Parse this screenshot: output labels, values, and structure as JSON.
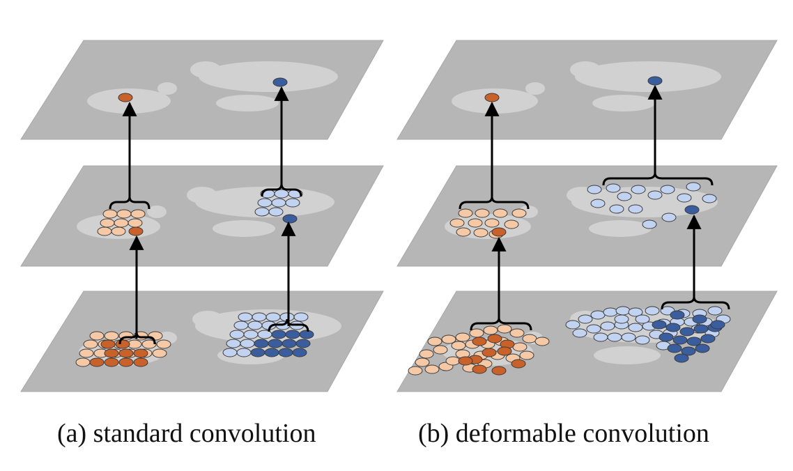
{
  "captions": {
    "a": "(a) standard convolution",
    "b": "(b) deformable convolution"
  },
  "colors": {
    "plane": "#b6b6b6",
    "plane_edge": "#9e9e9e",
    "animal": "#dcdcdc",
    "orange_light": "#f5c9a6",
    "orange_dark": "#c8622a",
    "blue_light": "#c1d3f0",
    "blue_dark": "#3a5d9d",
    "arrow": "#000000"
  },
  "panels": [
    {
      "id": "standard",
      "orange_top": [
        [
          180,
          140
        ]
      ],
      "blue_top": [
        [
          402,
          118
        ]
      ],
      "orange_mid_light": [
        [
          158,
          307
        ],
        [
          178,
          307
        ],
        [
          198,
          307
        ],
        [
          154,
          320
        ],
        [
          174,
          320
        ],
        [
          194,
          320
        ],
        [
          150,
          332
        ],
        [
          170,
          332
        ]
      ],
      "orange_mid_dark": [
        [
          195,
          332
        ]
      ],
      "blue_mid_light": [
        [
          384,
          278
        ],
        [
          404,
          278
        ],
        [
          424,
          278
        ],
        [
          380,
          291
        ],
        [
          400,
          291
        ],
        [
          420,
          291
        ],
        [
          376,
          304
        ],
        [
          396,
          304
        ]
      ],
      "blue_mid_dark": [
        [
          416,
          314
        ]
      ],
      "orange_bot_light": [
        [
          139,
          482
        ],
        [
          160,
          482
        ],
        [
          181,
          482
        ],
        [
          202,
          482
        ],
        [
          223,
          482
        ],
        [
          130,
          494
        ],
        [
          151,
          494
        ],
        [
          172,
          494
        ],
        [
          193,
          494
        ],
        [
          214,
          494
        ],
        [
          235,
          494
        ],
        [
          124,
          507
        ],
        [
          145,
          507
        ],
        [
          166,
          507
        ],
        [
          187,
          507
        ],
        [
          208,
          507
        ],
        [
          229,
          507
        ],
        [
          119,
          520
        ]
      ],
      "orange_bot_dark": [
        [
          160,
          507
        ],
        [
          181,
          507
        ],
        [
          202,
          507
        ],
        [
          139,
          520
        ],
        [
          160,
          520
        ],
        [
          181,
          520
        ],
        [
          202,
          520
        ],
        [
          155,
          494
        ],
        [
          176,
          494
        ]
      ],
      "blue_bot_light": [
        [
          352,
          455
        ],
        [
          372,
          455
        ],
        [
          392,
          455
        ],
        [
          412,
          455
        ],
        [
          432,
          455
        ],
        [
          346,
          467
        ],
        [
          366,
          467
        ],
        [
          386,
          467
        ],
        [
          406,
          467
        ],
        [
          426,
          467
        ],
        [
          340,
          480
        ],
        [
          360,
          480
        ],
        [
          380,
          480
        ],
        [
          335,
          493
        ],
        [
          355,
          493
        ],
        [
          330,
          506
        ],
        [
          350,
          506
        ]
      ],
      "blue_bot_dark": [
        [
          400,
          480
        ],
        [
          420,
          480
        ],
        [
          440,
          480
        ],
        [
          375,
          493
        ],
        [
          395,
          493
        ],
        [
          415,
          493
        ],
        [
          435,
          493
        ],
        [
          370,
          506
        ],
        [
          390,
          506
        ],
        [
          410,
          506
        ],
        [
          430,
          506
        ]
      ]
    },
    {
      "id": "deformable",
      "orange_top": [
        [
          706,
          140
        ]
      ],
      "blue_top": [
        [
          940,
          116
        ]
      ],
      "orange_mid_light": [
        [
          668,
          306
        ],
        [
          692,
          306
        ],
        [
          718,
          306
        ],
        [
          745,
          306
        ],
        [
          656,
          320
        ],
        [
          682,
          320
        ],
        [
          706,
          320
        ],
        [
          734,
          322
        ],
        [
          665,
          333
        ],
        [
          690,
          334
        ],
        [
          712,
          336
        ]
      ],
      "orange_mid_dark": [
        [
          716,
          333
        ]
      ],
      "blue_mid_light": [
        [
          853,
          272
        ],
        [
          880,
          270
        ],
        [
          916,
          272
        ],
        [
          958,
          272
        ],
        [
          995,
          268
        ],
        [
          858,
          292
        ],
        [
          896,
          282
        ],
        [
          940,
          280
        ],
        [
          982,
          284
        ],
        [
          1018,
          285
        ],
        [
          885,
          300
        ],
        [
          912,
          300
        ],
        [
          960,
          312
        ],
        [
          932,
          322
        ]
      ],
      "blue_mid_dark": [
        [
          993,
          301
        ]
      ],
      "orange_bot_light": [
        [
          606,
          520
        ],
        [
          620,
          530
        ],
        [
          640,
          526
        ],
        [
          612,
          508
        ],
        [
          632,
          502
        ],
        [
          650,
          518
        ],
        [
          664,
          508
        ],
        [
          624,
          490
        ],
        [
          644,
          487
        ],
        [
          664,
          484
        ],
        [
          684,
          478
        ],
        [
          704,
          474
        ],
        [
          724,
          472
        ],
        [
          742,
          478
        ],
        [
          760,
          486
        ],
        [
          778,
          490
        ],
        [
          658,
          496
        ],
        [
          678,
          494
        ],
        [
          700,
          494
        ],
        [
          720,
          490
        ],
        [
          746,
          498
        ],
        [
          736,
          514
        ],
        [
          756,
          510
        ],
        [
          696,
          522
        ],
        [
          674,
          528
        ],
        [
          596,
          532
        ],
        [
          714,
          510
        ],
        [
          690,
          510
        ]
      ],
      "orange_bot_dark": [
        [
          688,
          490
        ],
        [
          710,
          486
        ],
        [
          728,
          494
        ],
        [
          702,
          506
        ],
        [
          724,
          504
        ],
        [
          744,
          522
        ],
        [
          682,
          516
        ],
        [
          716,
          532
        ],
        [
          688,
          530
        ],
        [
          668,
          518
        ]
      ],
      "blue_bot_light": [
        [
          822,
          466
        ],
        [
          840,
          458
        ],
        [
          858,
          452
        ],
        [
          876,
          448
        ],
        [
          894,
          446
        ],
        [
          912,
          448
        ],
        [
          936,
          446
        ],
        [
          958,
          446
        ],
        [
          980,
          450
        ],
        [
          1004,
          450
        ],
        [
          1026,
          446
        ],
        [
          1038,
          458
        ],
        [
          832,
          478
        ],
        [
          852,
          472
        ],
        [
          872,
          468
        ],
        [
          892,
          466
        ],
        [
          912,
          470
        ],
        [
          932,
          468
        ],
        [
          952,
          464
        ],
        [
          972,
          462
        ],
        [
          992,
          462
        ],
        [
          1012,
          462
        ],
        [
          862,
          484
        ],
        [
          882,
          484
        ],
        [
          902,
          484
        ],
        [
          922,
          488
        ],
        [
          942,
          480
        ],
        [
          962,
          478
        ],
        [
          1022,
          478
        ],
        [
          892,
          458
        ],
        [
          922,
          458
        ],
        [
          1002,
          472
        ],
        [
          952,
          496
        ]
      ],
      "blue_bot_dark": [
        [
          946,
          466
        ],
        [
          966,
          470
        ],
        [
          986,
          476
        ],
        [
          1006,
          472
        ],
        [
          1026,
          470
        ],
        [
          956,
          484
        ],
        [
          976,
          488
        ],
        [
          996,
          490
        ],
        [
          1016,
          486
        ],
        [
          1030,
          466
        ],
        [
          968,
          500
        ],
        [
          988,
          504
        ],
        [
          1008,
          500
        ],
        [
          978,
          514
        ],
        [
          972,
          452
        ],
        [
          1004,
          458
        ]
      ]
    }
  ]
}
